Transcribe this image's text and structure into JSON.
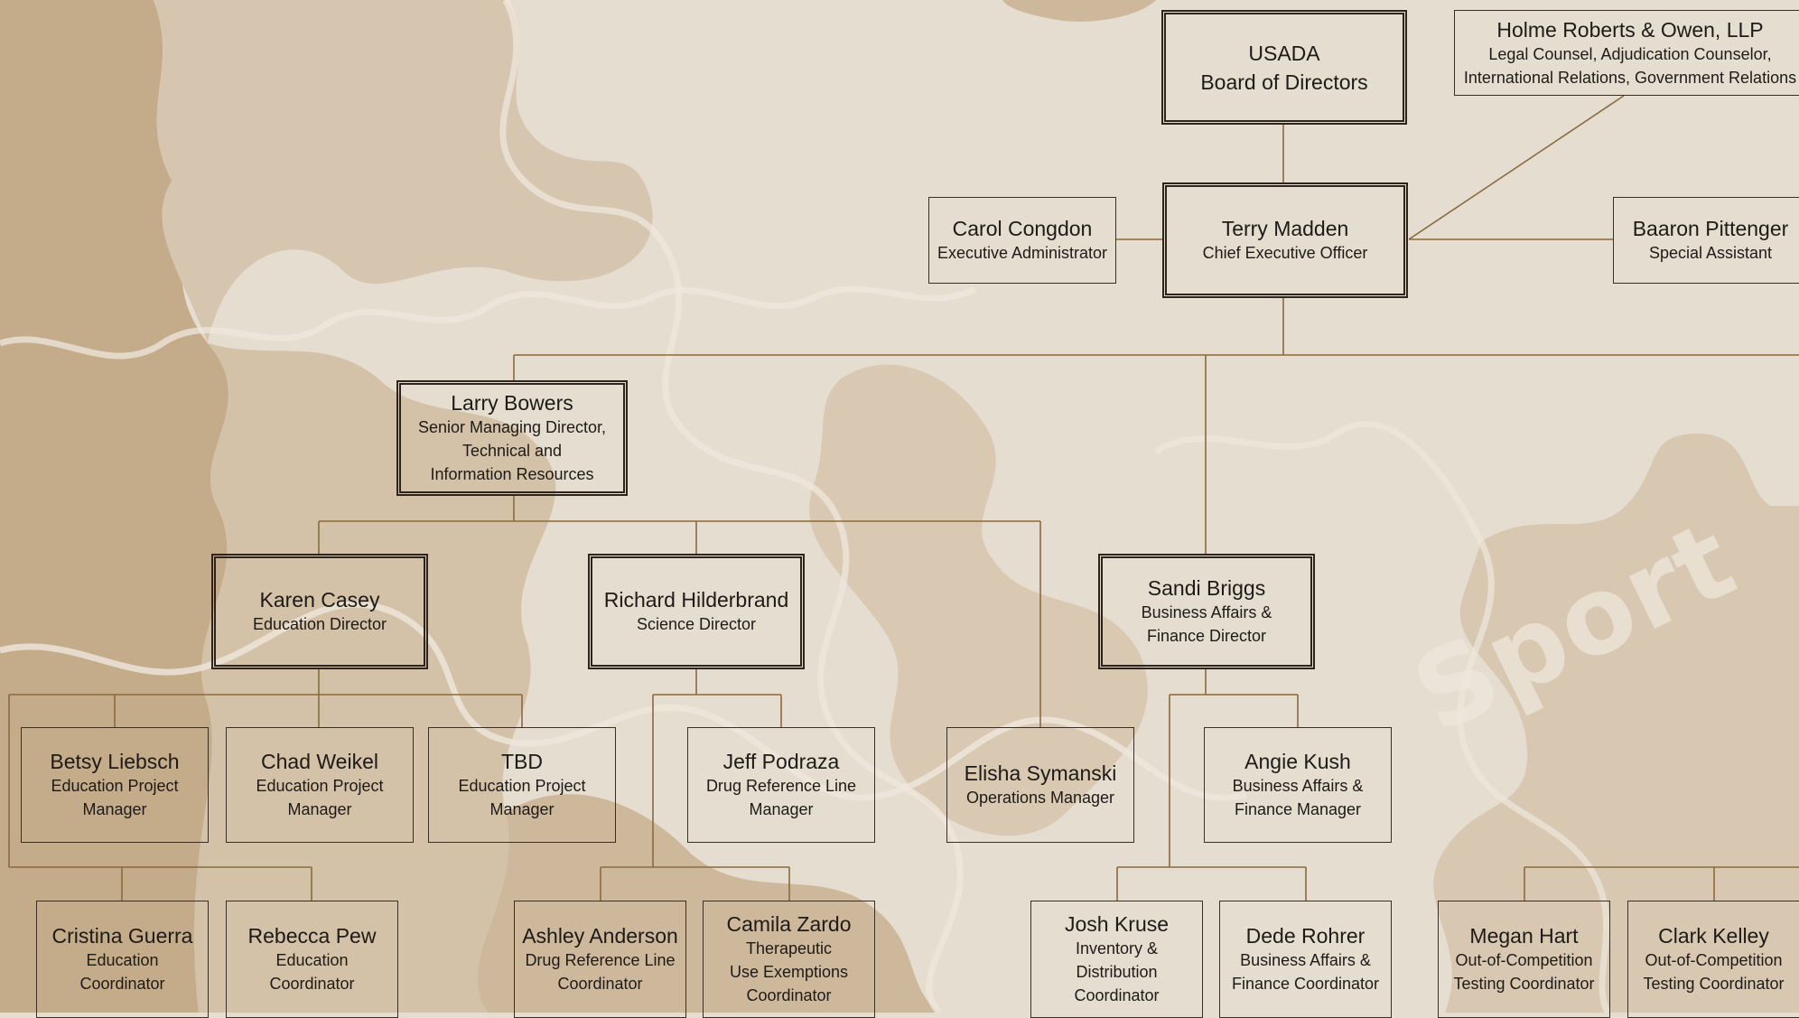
{
  "board": {
    "name": "USADA",
    "role": "Board of Directors"
  },
  "counsel": {
    "name": "Holme Roberts & Owen, LLP",
    "role": "Legal Counsel, Adjudication Counselor,\nInternational Relations, Government Relations"
  },
  "ceo": {
    "name": "Terry Madden",
    "role": "Chief Executive Officer"
  },
  "exec_admin": {
    "name": "Carol Congdon",
    "role": "Executive Administrator"
  },
  "special_assistant": {
    "name": "Baaron Pittenger",
    "role": "Special Assistant"
  },
  "bowers": {
    "name": "Larry Bowers",
    "role": "Senior Managing Director,\nTechnical and\nInformation Resources"
  },
  "casey": {
    "name": "Karen Casey",
    "role": "Education Director"
  },
  "hilderbrand": {
    "name": "Richard Hilderbrand",
    "role": "Science Director"
  },
  "briggs": {
    "name": "Sandi Briggs",
    "role": "Business Affairs &\nFinance Director"
  },
  "liebsch": {
    "name": "Betsy Liebsch",
    "role": "Education Project\nManager"
  },
  "weikel": {
    "name": "Chad Weikel",
    "role": "Education Project\nManager"
  },
  "tbd": {
    "name": "TBD",
    "role": "Education Project\nManager"
  },
  "podraza": {
    "name": "Jeff Podraza",
    "role": "Drug Reference Line\nManager"
  },
  "symanski": {
    "name": "Elisha Symanski",
    "role": "Operations Manager"
  },
  "kush": {
    "name": "Angie Kush",
    "role": "Business Affairs &\nFinance Manager"
  },
  "guerra": {
    "name": "Cristina Guerra",
    "role": "Education\nCoordinator"
  },
  "pew": {
    "name": "Rebecca Pew",
    "role": "Education\nCoordinator"
  },
  "anderson": {
    "name": "Ashley Anderson",
    "role": "Drug Reference Line\nCoordinator"
  },
  "zardo": {
    "name": "Camila Zardo",
    "role": "Therapeutic\nUse Exemptions\nCoordinator"
  },
  "kruse": {
    "name": "Josh Kruse",
    "role": "Inventory &\nDistribution\nCoordinator"
  },
  "rohrer": {
    "name": "Dede Rohrer",
    "role": "Business Affairs &\nFinance Coordinator"
  },
  "hart": {
    "name": "Megan Hart",
    "role": "Out-of-Competition\nTesting Coordinator"
  },
  "kelley": {
    "name": "Clark Kelley",
    "role": "Out-of-Competition\nTesting Coordinator"
  },
  "watermark": "Sport",
  "colors": {
    "background": "#e6ddd1",
    "puzzle_dark": "#c4ab8a",
    "puzzle_mid": "#d6c6b0",
    "connector": "#8a6a3e",
    "border": "#2e241b"
  }
}
